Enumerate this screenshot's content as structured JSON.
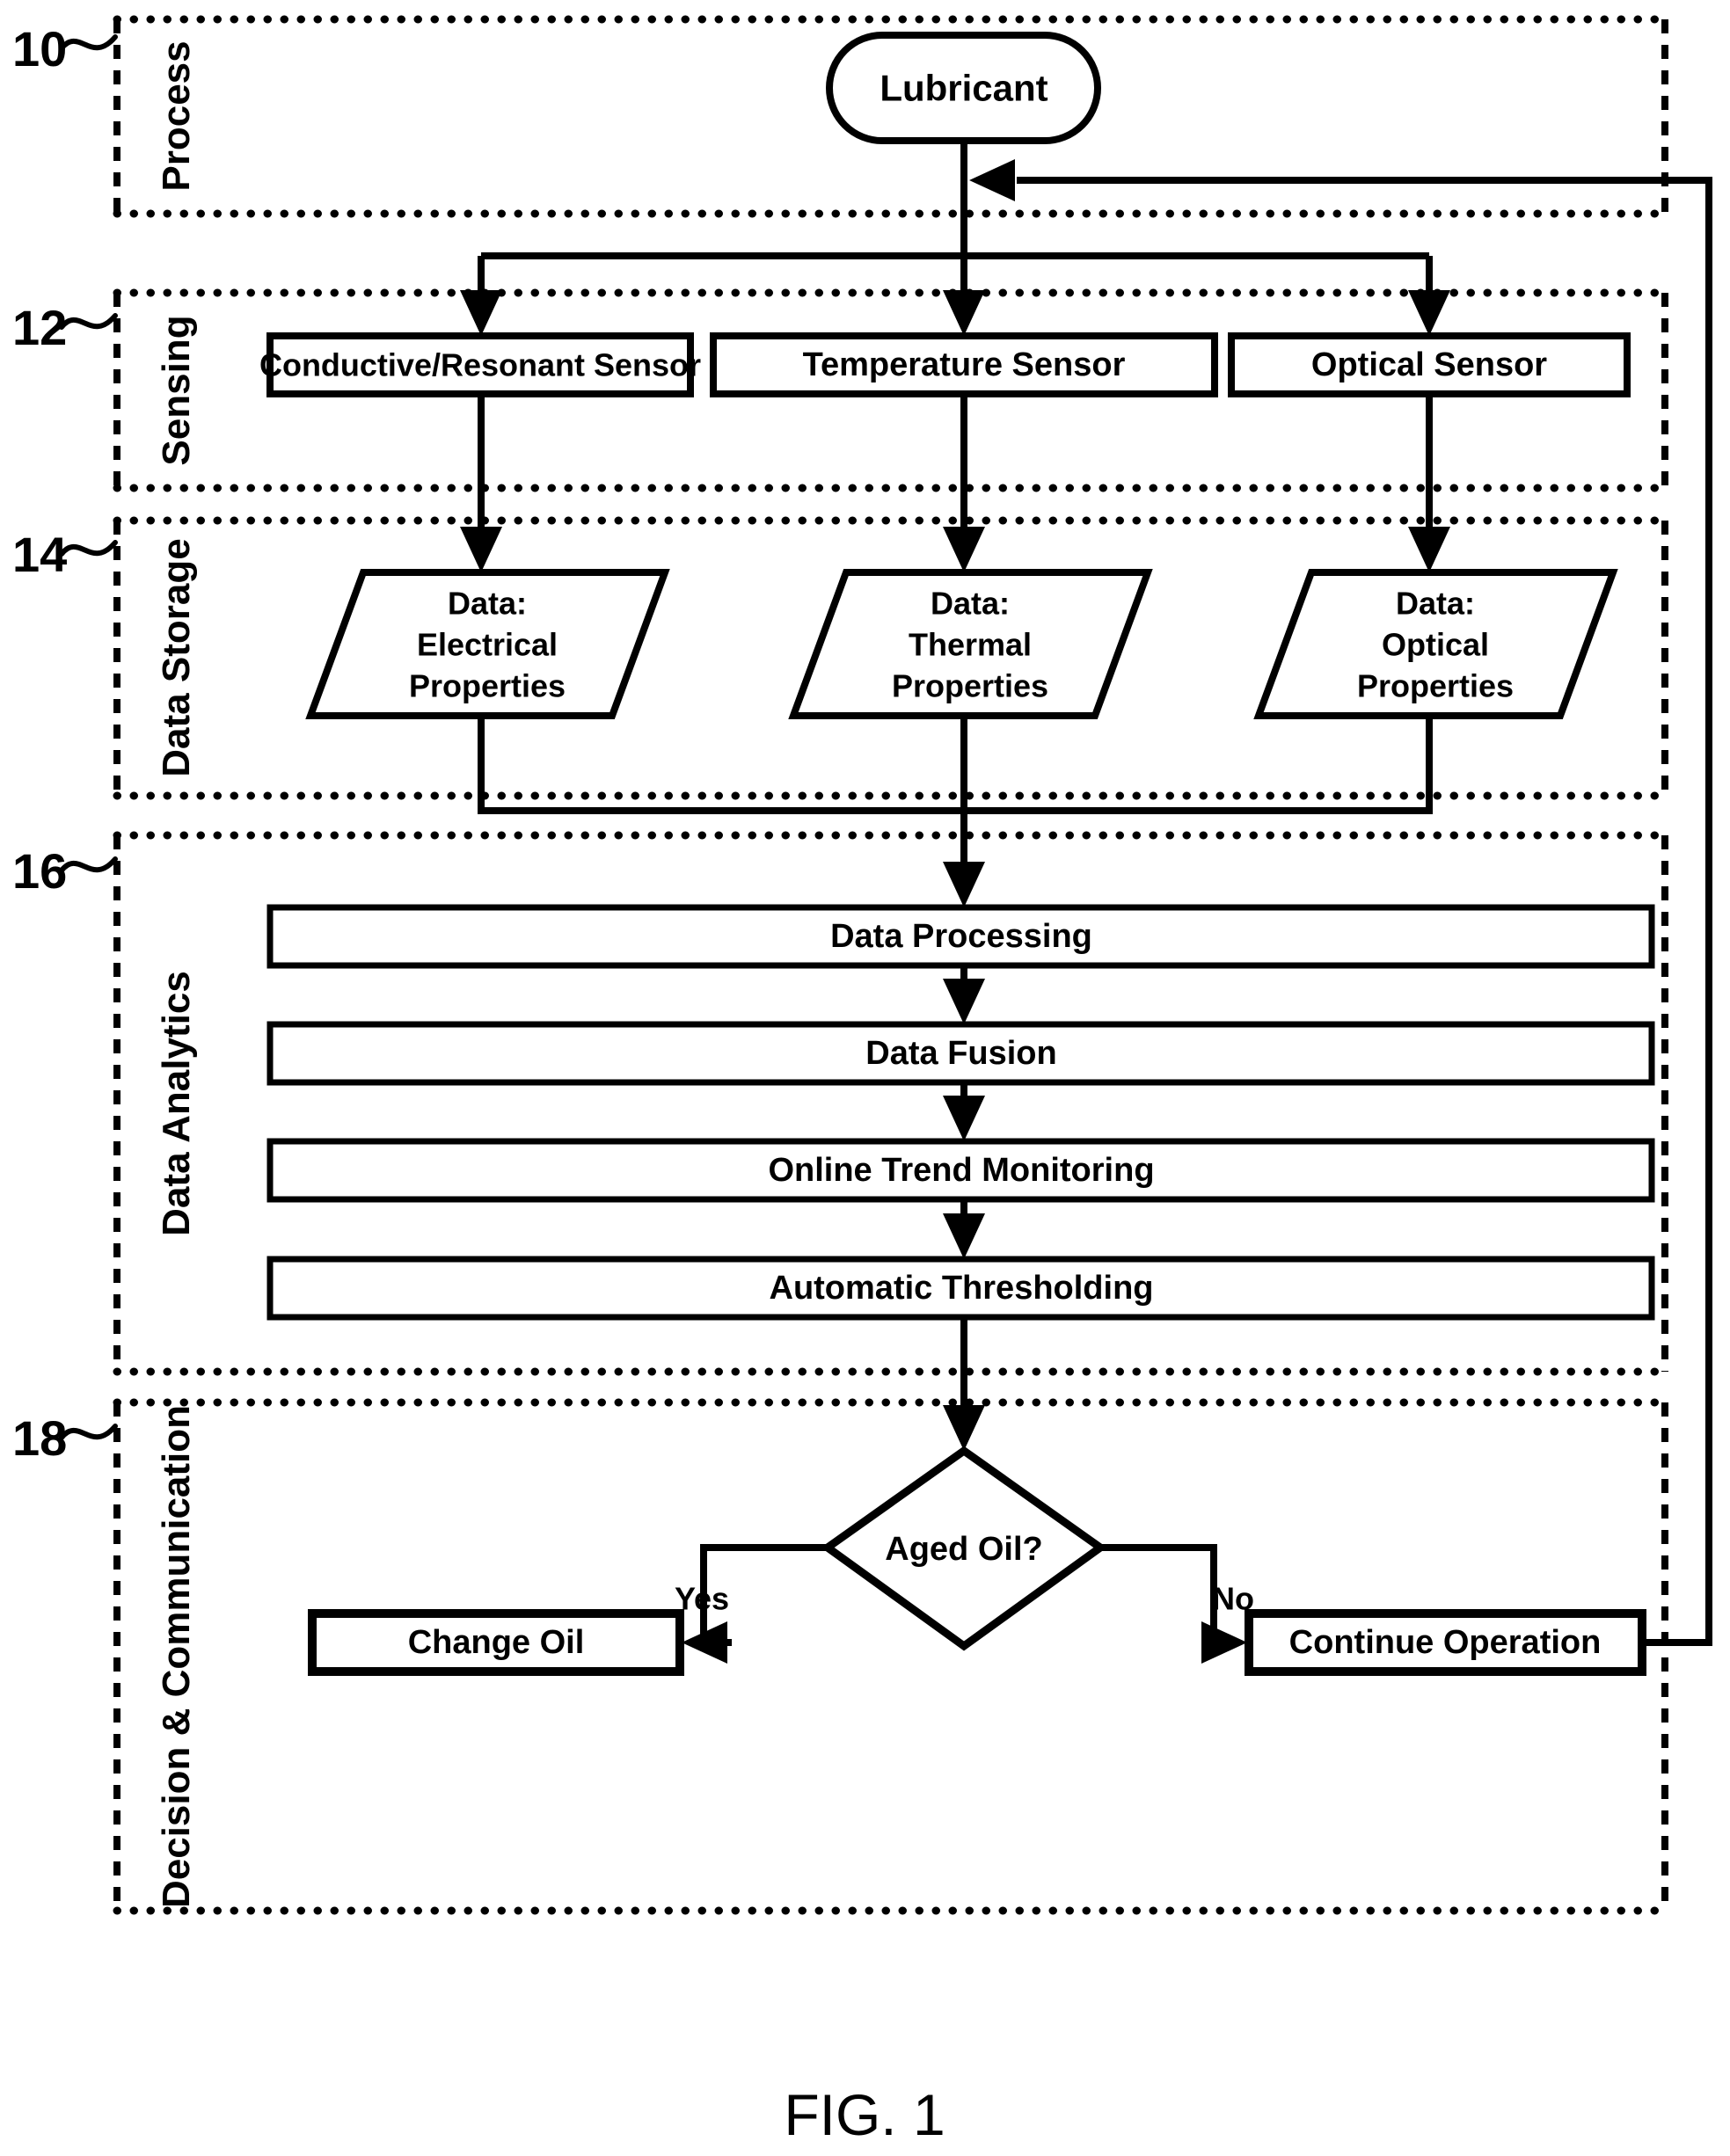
{
  "figure_caption": "FIG. 1",
  "colors": {
    "ink": "#000000",
    "paper": "#ffffff"
  },
  "sections": [
    {
      "ref": "10",
      "label": "Process"
    },
    {
      "ref": "12",
      "label": "Sensing"
    },
    {
      "ref": "14",
      "label": "Data Storage"
    },
    {
      "ref": "16",
      "label": "Data Analytics"
    },
    {
      "ref": "18",
      "label": "Decision & Communication"
    }
  ],
  "nodes": {
    "lubricant": {
      "label": "Lubricant",
      "shape": "stadium"
    },
    "conductive_sensor": {
      "label": "Conductive/Resonant Sensor",
      "shape": "rect"
    },
    "temperature_sensor": {
      "label": "Temperature Sensor",
      "shape": "rect"
    },
    "optical_sensor": {
      "label": "Optical Sensor",
      "shape": "rect"
    },
    "data_electrical": {
      "lines": [
        "Data:",
        "Electrical",
        "Properties"
      ],
      "shape": "parallelogram"
    },
    "data_thermal": {
      "lines": [
        "Data:",
        "Thermal",
        "Properties"
      ],
      "shape": "parallelogram"
    },
    "data_optical": {
      "lines": [
        "Data:",
        "Optical",
        "Properties"
      ],
      "shape": "parallelogram"
    },
    "data_processing": {
      "label": "Data Processing",
      "shape": "rect"
    },
    "data_fusion": {
      "label": "Data Fusion",
      "shape": "rect"
    },
    "online_trend_monitoring": {
      "label": "Online Trend Monitoring",
      "shape": "rect"
    },
    "automatic_thresholding": {
      "label": "Automatic Thresholding",
      "shape": "rect"
    },
    "aged_oil_decision": {
      "label": "Aged Oil?",
      "shape": "diamond"
    },
    "change_oil": {
      "label": "Change Oil",
      "shape": "rect"
    },
    "continue_operation": {
      "label": "Continue Operation",
      "shape": "rect"
    }
  },
  "edges": {
    "yes_label": "Yes",
    "no_label": "No"
  }
}
